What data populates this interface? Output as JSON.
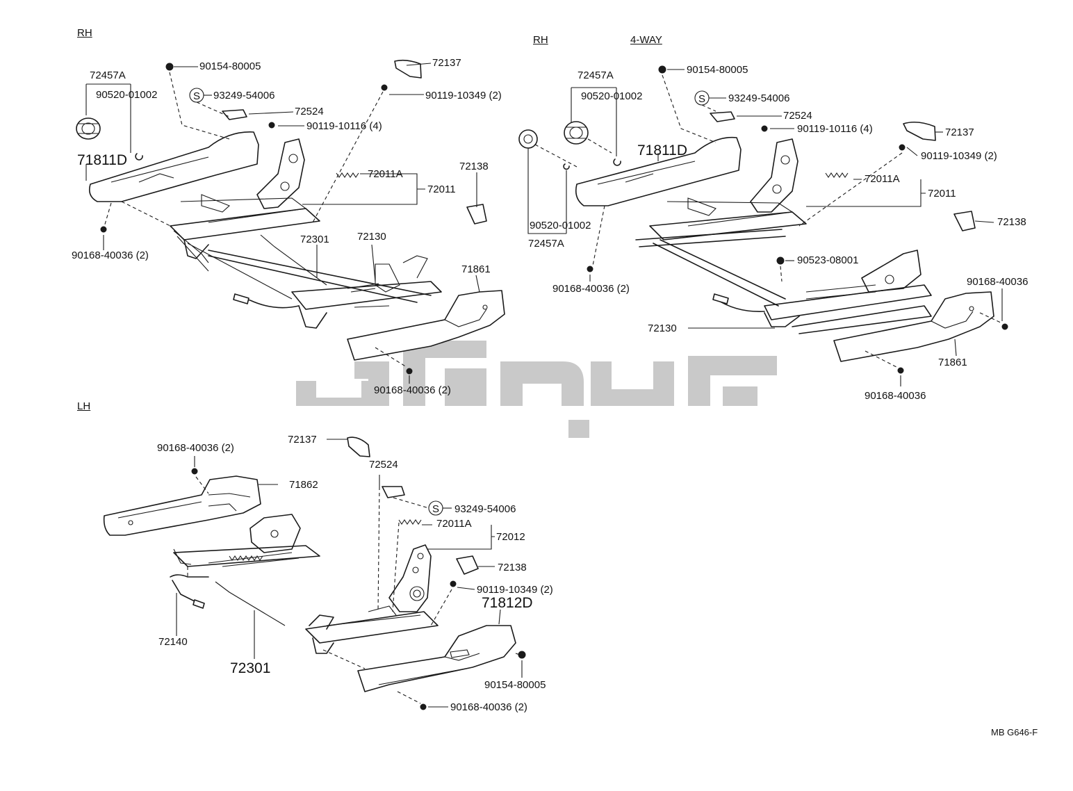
{
  "sections": {
    "rh_left": "RH",
    "rh_right": "RH",
    "rh_right_variant": "4-WAY",
    "lh": "LH"
  },
  "rh1": {
    "p72457A_top": "72457A",
    "p90520_top": "90520-01002",
    "p90154": "90154-80005",
    "p93249": "93249-54006",
    "p72524": "72524",
    "p90119_10116": "90119-10116 (4)",
    "p72137": "72137",
    "p90119_10349": "90119-10349 (2)",
    "p71811D": "71811D",
    "p72011A": "72011A",
    "p72011": "72011",
    "p72138": "72138",
    "p90168_a": "90168-40036 (2)",
    "p72301": "72301",
    "p72130": "72130",
    "p71861": "71861",
    "p90168_b": "90168-40036 (2)"
  },
  "rh2": {
    "p72457A_top": "72457A",
    "p90520_top": "90520-01002",
    "p90154": "90154-80005",
    "p93249": "93249-54006",
    "p72524": "72524",
    "p90119_10116": "90119-10116 (4)",
    "p72137": "72137",
    "p90119_10349": "90119-10349 (2)",
    "p71811D": "71811D",
    "p72011A": "72011A",
    "p72011": "72011",
    "p72138": "72138",
    "p90520_bottom": "90520-01002",
    "p72457A_bottom": "72457A",
    "p90523": "90523-08001",
    "p90168_a": "90168-40036 (2)",
    "p90168_right": "90168-40036",
    "p72130": "72130",
    "p71861": "71861",
    "p90168_bottom": "90168-40036"
  },
  "lh": {
    "p72137": "72137",
    "p72524": "72524",
    "p90168_top": "90168-40036 (2)",
    "p71862": "71862",
    "p93249": "93249-54006",
    "p72011A": "72011A",
    "p72012": "72012",
    "p72138": "72138",
    "p90119_10349": "90119-10349 (2)",
    "p71812D": "71812D",
    "p72140": "72140",
    "p72301": "72301",
    "p90154": "90154-80005",
    "p90168_bottom": "90168-40036 (2)"
  },
  "footer": {
    "drawing_code": "MB G646-F"
  },
  "icons": {
    "clip_symbol": "S",
    "watermark": "watermark-logo"
  },
  "colors": {
    "line": "#1a1a1a",
    "watermark": "#c9c9c9",
    "background": "#ffffff"
  }
}
